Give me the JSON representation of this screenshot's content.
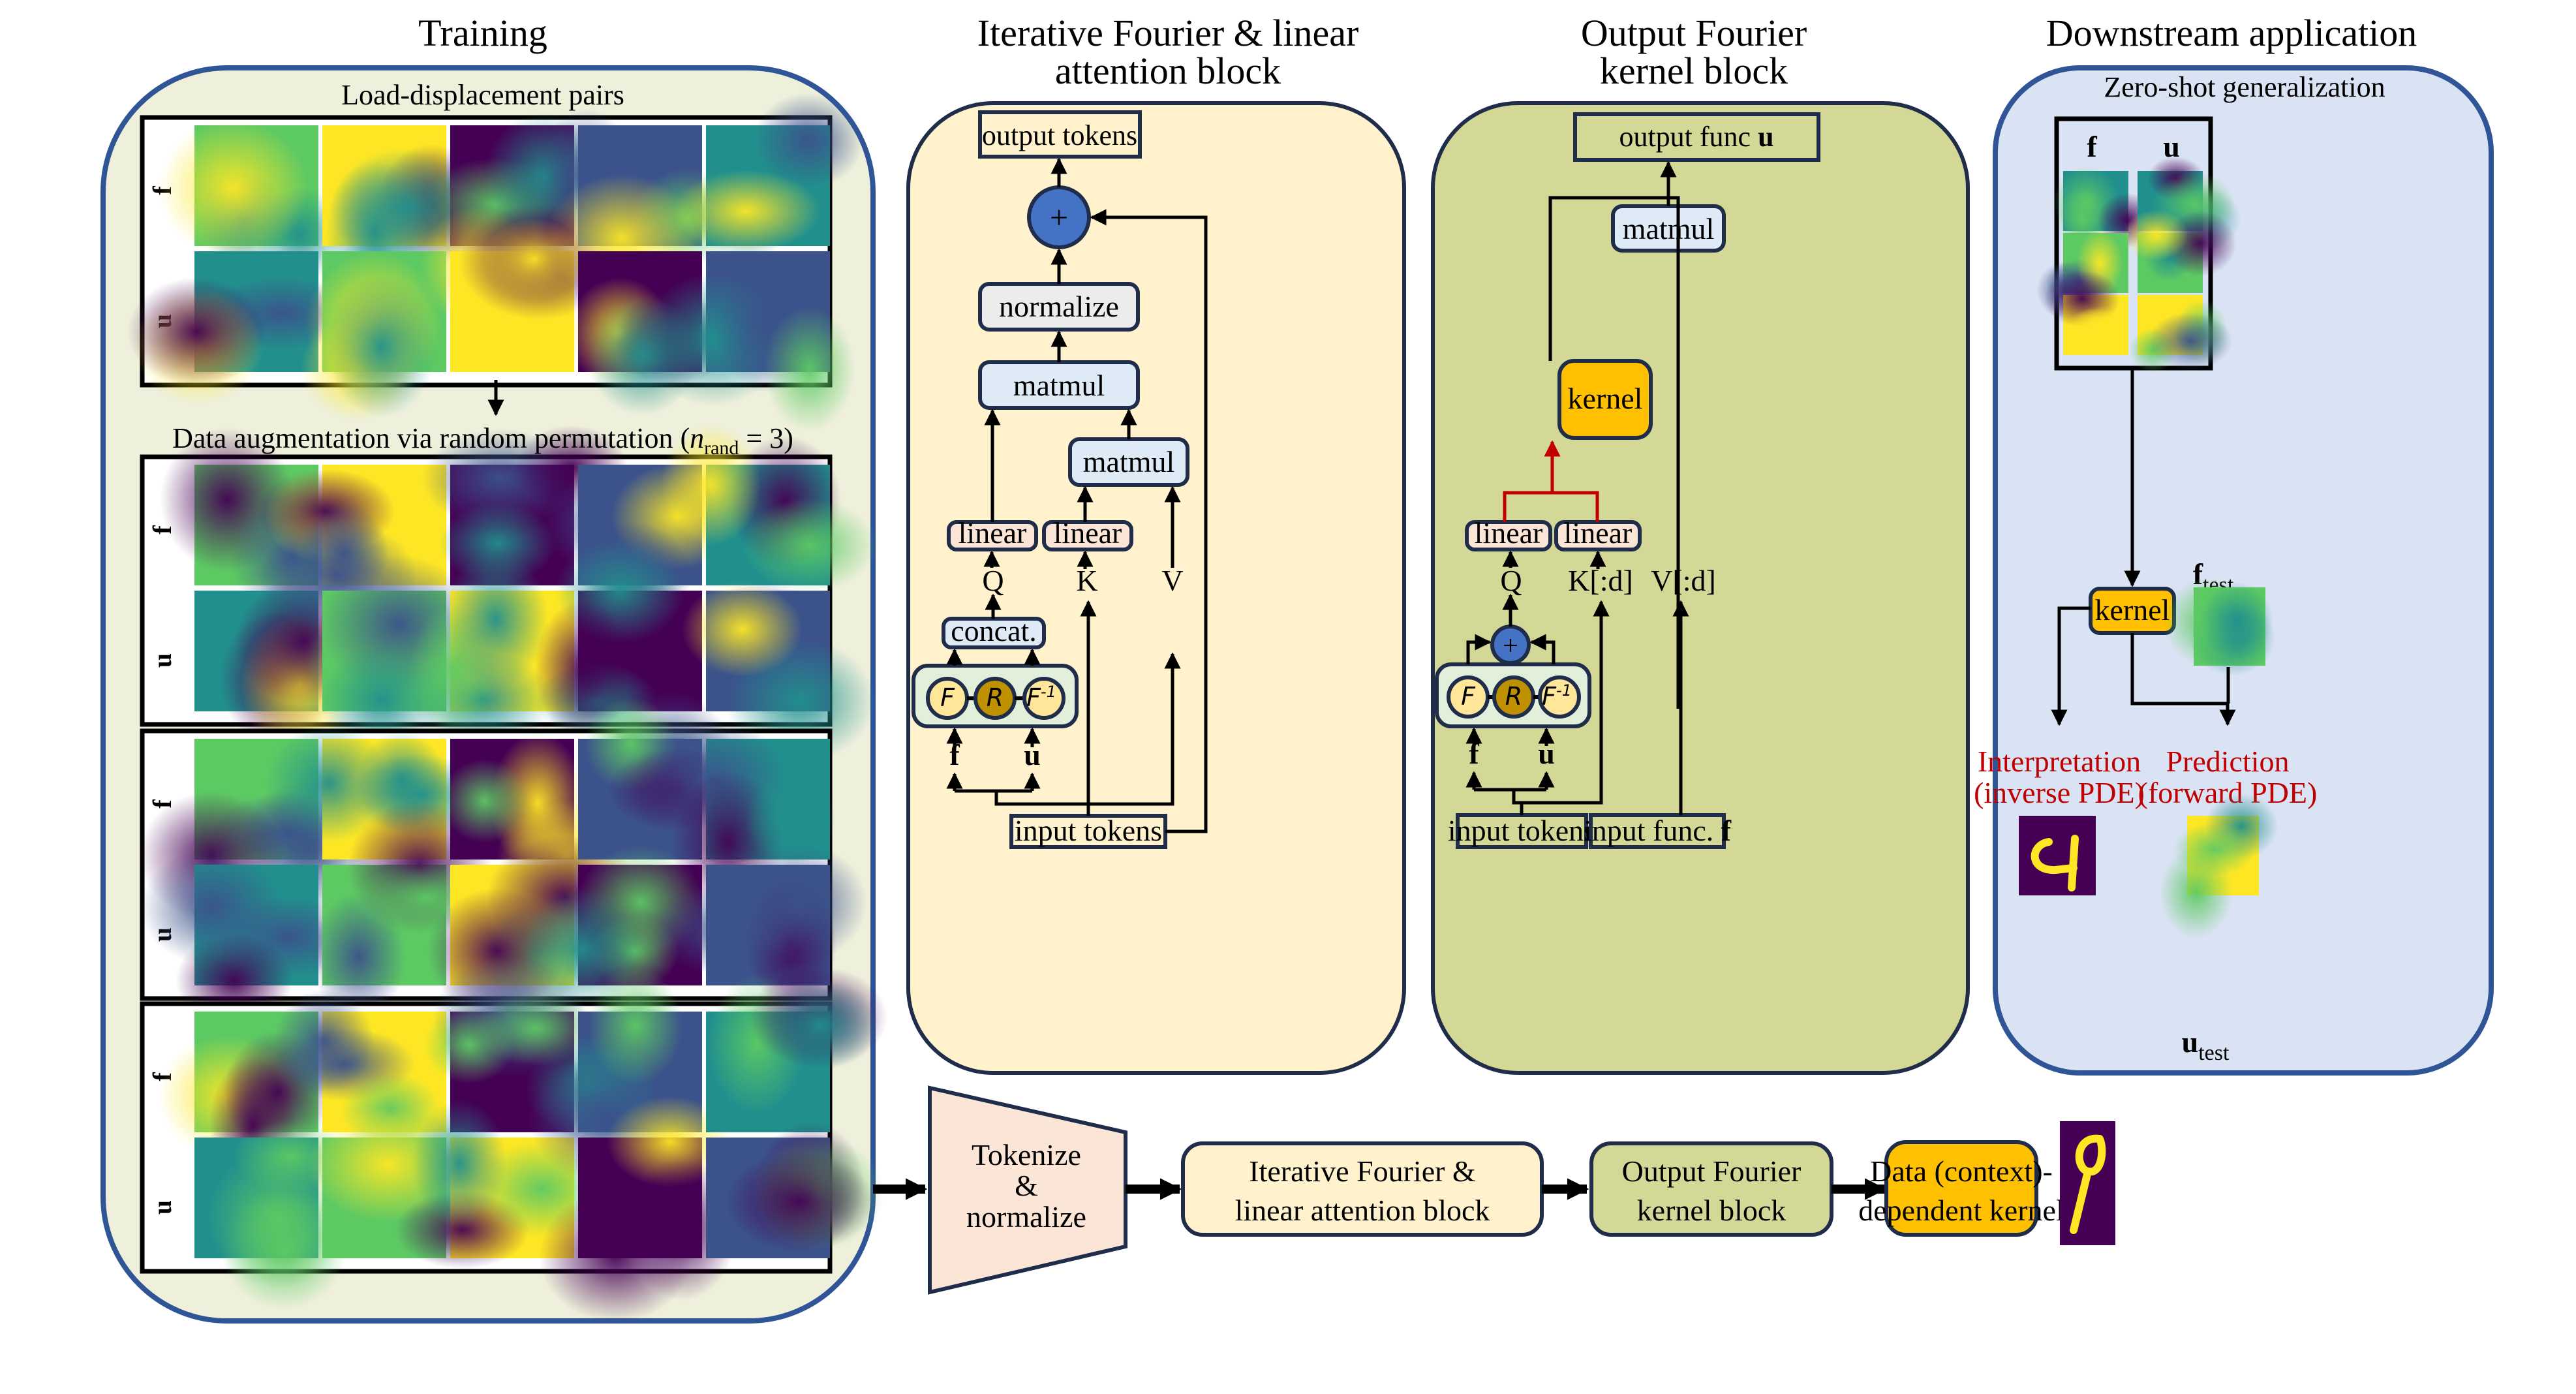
{
  "figure": {
    "sections": {
      "training": {
        "title": "Training",
        "subtitle_pairs": "Load-displacement pairs",
        "augmentation_prefix": "Data augmentation via random permutation (",
        "augmentation_var": "n",
        "augmentation_sub": "rand",
        "augmentation_suffix": " = 3)",
        "row_label_f": "f",
        "row_label_u": "u",
        "group_count": 4,
        "columns_per_group": 5
      },
      "attention_block": {
        "title_line1": "Iterative Fourier & linear",
        "title_line2": "attention block",
        "output": "output tokens",
        "add": "+",
        "normalize": "normalize",
        "matmul_top": "matmul",
        "matmul_mid": "matmul",
        "linear_q": "linear",
        "linear_k": "linear",
        "q": "Q",
        "k": "K",
        "v": "V",
        "concat": "concat.",
        "fourier": "F",
        "r": "R",
        "inverse_fourier": "F",
        "inverse_sup": "-1",
        "f": "f",
        "u": "u",
        "input": "input tokens"
      },
      "kernel_block": {
        "title_line1": "Output Fourier",
        "title_line2": "kernel block",
        "output_prefix": "output func ",
        "output_var": "u",
        "matmul": "matmul",
        "kernel": "kernel",
        "linear_q": "linear",
        "linear_k": "linear",
        "q": "Q",
        "k": "K[:d]",
        "v": "V[:d]",
        "add": "+",
        "fourier": "F",
        "r": "R",
        "inverse_fourier": "F",
        "inverse_sup": "-1",
        "f": "f",
        "u": "u",
        "input_tokens": "input tokens",
        "input_func_prefix": "input func. ",
        "input_func_var": "f"
      },
      "downstream": {
        "title": "Downstream application",
        "subtitle": "Zero-shot generalization",
        "col_f": "f",
        "col_u": "u",
        "kernel": "kernel",
        "f_test_var": "f",
        "f_test_sub": "test",
        "u_test_var": "u",
        "u_test_sub": "test",
        "interpretation_line1": "Interpretation",
        "interpretation_line2": "(inverse PDE)",
        "prediction_line1": "Prediction",
        "prediction_line2": "(forward PDE)"
      }
    },
    "pipeline": {
      "tokenize_line1": "Tokenize",
      "tokenize_line2": "&",
      "tokenize_line3": "normalize",
      "attention_line1": "Iterative Fourier &",
      "attention_line2": "linear attention block",
      "kernel_block_line1": "Output Fourier",
      "kernel_block_line2": "kernel block",
      "dependent_line1": "Data (context)-",
      "dependent_line2": "dependent kernel"
    },
    "colors": {
      "training_bg": "#eef0dc",
      "attention_bg": "#fff2cc",
      "kernel_bg": "#d4d896",
      "downstream_bg": "#dae3f3",
      "outline_blue": "#2f5597",
      "box_blue": "#deebf7",
      "box_pink": "#fbe5d6",
      "box_gray": "#ececec",
      "box_green": "#e2efda",
      "kernel_orange": "#ffc000",
      "add_blue": "#4472c4",
      "fourier_light": "#ffe699",
      "r_dark": "#bf9000",
      "accent_red": "#c00000"
    }
  }
}
